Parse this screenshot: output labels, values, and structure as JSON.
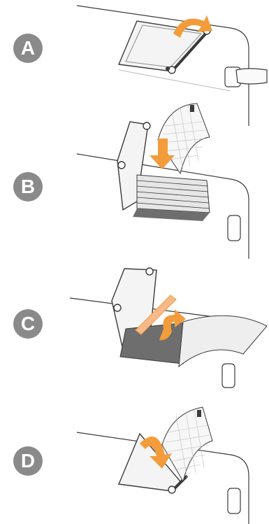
{
  "steps": [
    {
      "label": "A"
    },
    {
      "label": "B"
    },
    {
      "label": "C"
    },
    {
      "label": "D"
    }
  ],
  "colors": {
    "badge": "#8a8a8a",
    "arrow": "#f39c3b",
    "line": "#3a3a3a",
    "paper_gray": "#6e6e6e",
    "paper_light": "#e6e6e6"
  }
}
